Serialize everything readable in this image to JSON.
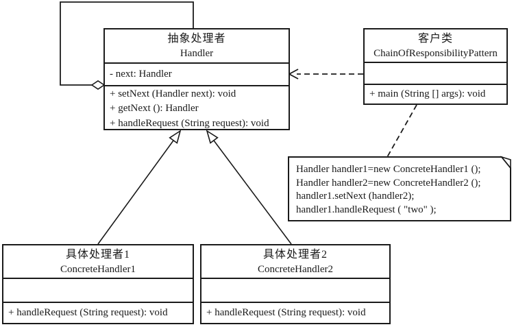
{
  "colors": {
    "line": "#1a1a1a",
    "background": "#ffffff"
  },
  "classes": {
    "handler": {
      "name_zh": "抽象处理者",
      "name_en": "Handler",
      "attributes": [
        "- next: Handler"
      ],
      "methods": [
        "+ setNext (Handler next): void",
        "+ getNext (): Handler",
        "+ handleRequest (String request): void"
      ]
    },
    "client": {
      "name_zh": "客户类",
      "name_en": "ChainOfResponsibilityPattern",
      "methods": [
        "+ main (String [] args): void"
      ]
    },
    "concrete1": {
      "name_zh": "具体处理者1",
      "name_en": "ConcreteHandler1",
      "methods": [
        "+ handleRequest (String request): void"
      ]
    },
    "concrete2": {
      "name_zh": "具体处理者2",
      "name_en": "ConcreteHandler2",
      "methods": [
        "+ handleRequest (String request): void"
      ]
    }
  },
  "note": {
    "lines": [
      "Handler handler1=new ConcreteHandler1 ();",
      "Handler handler2=new ConcreteHandler2 ();",
      "handler1.setNext (handler2);",
      "handler1.handleRequest ( \"two\"  );"
    ]
  },
  "icons": {
    "aggregation_diamond": "hollow-diamond",
    "inheritance_arrowhead": "hollow-triangle",
    "dependency_arrowhead": "open-arrow",
    "note_fold": "dog-ear"
  }
}
